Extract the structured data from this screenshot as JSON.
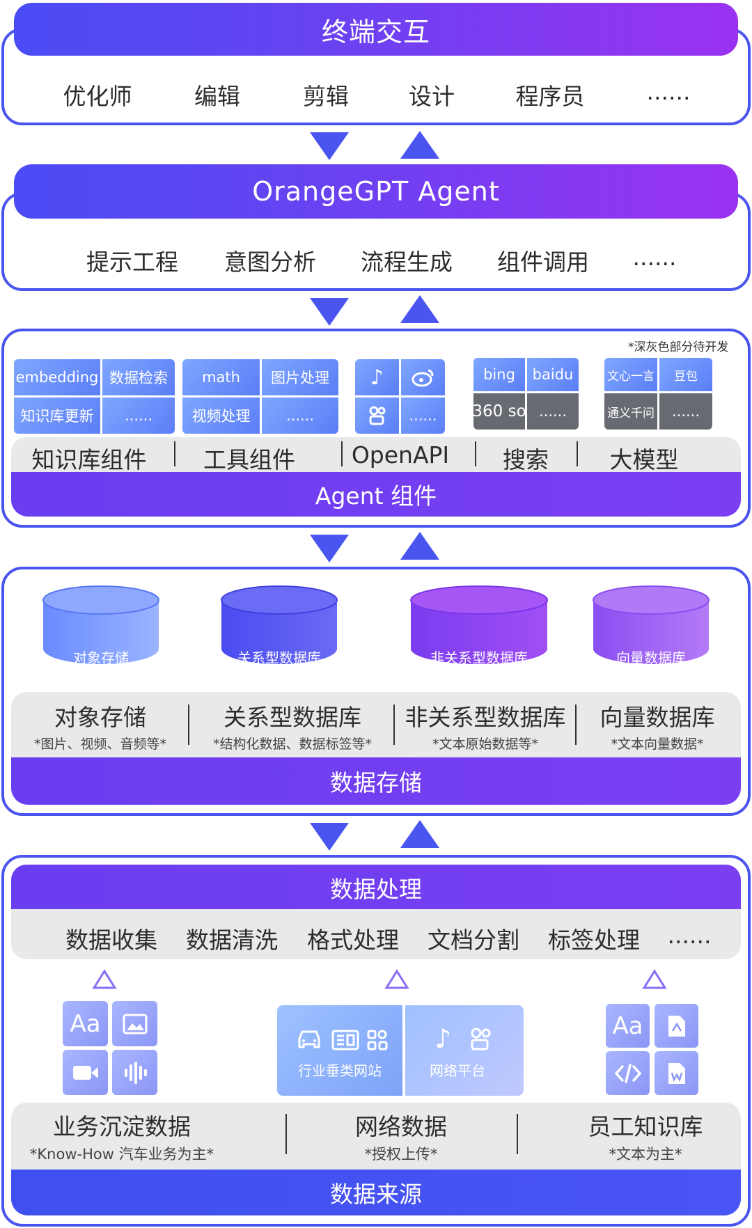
{
  "terminal": {
    "title": "终端交互",
    "items": [
      "优化师",
      "编辑",
      "剪辑",
      "设计",
      "程序员",
      "......"
    ]
  },
  "agent": {
    "title": "OrangeGPT Agent",
    "items": [
      "提示工程",
      "意图分析",
      "流程生成",
      "组件调用",
      "......"
    ]
  },
  "components": {
    "note": "*深灰色部分待开发",
    "knowledge_tiles": [
      "embedding",
      "数据检索",
      "知识库更新",
      "......"
    ],
    "tool_tiles": [
      "math",
      "图片处理",
      "视频处理",
      "......"
    ],
    "openapi_tiles": [
      "douyin-icon",
      "weibo-icon",
      "kuaishou-icon",
      "......"
    ],
    "search_tiles": [
      "bing",
      "baidu",
      "360 so",
      "......"
    ],
    "llm_tiles": [
      "文心一言",
      "豆包",
      "通义千问",
      "......"
    ],
    "categories": [
      "知识库组件",
      "工具组件",
      "OpenAPI",
      "搜索",
      "大模型"
    ],
    "footer": "Agent 组件"
  },
  "storage": {
    "cylinders": [
      "对象存储",
      "关系型数据库",
      "非关系型数据库",
      "向量数据库"
    ],
    "columns": [
      {
        "title": "对象存储",
        "sub": "*图片、视频、音频等*"
      },
      {
        "title": "关系型数据库",
        "sub": "*结构化数据、数据标签等*"
      },
      {
        "title": "非关系型数据库",
        "sub": "*文本原始数据等*"
      },
      {
        "title": "向量数据库",
        "sub": "*文本向量数据*"
      }
    ],
    "footer": "数据存储"
  },
  "processing": {
    "title": "数据处理",
    "items": [
      "数据收集",
      "数据清洗",
      "格式处理",
      "文档分割",
      "标签处理",
      "......"
    ],
    "web_labels": [
      "行业垂类网站",
      "网络平台"
    ],
    "sources": [
      {
        "title": "业务沉淀数据",
        "sub": "*Know-How 汽车业务为主*"
      },
      {
        "title": "网络数据",
        "sub": "*授权上传*"
      },
      {
        "title": "员工知识库",
        "sub": "*文本为主*"
      }
    ],
    "footer": "数据来源"
  },
  "colors": {
    "primary": "#4a55f0",
    "purple": "#7b3ff2",
    "gray_tile": "#686a72"
  }
}
